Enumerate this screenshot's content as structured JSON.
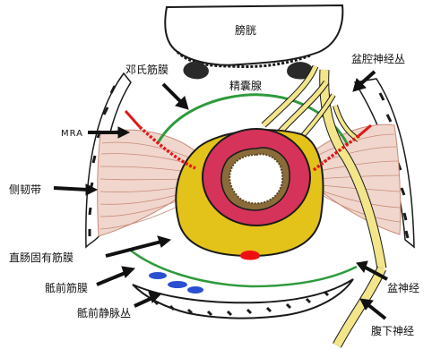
{
  "labels": {
    "bladder": "膀胱",
    "denonvilliers": "邓氏筋膜",
    "seminal_vesicle": "精囊腺",
    "pelvic_plexus": "盆腔神经丛",
    "mra": "MRA",
    "lateral_ligament": "侧韧带",
    "mesorectal_fascia": "直肠固有筋膜",
    "presacral_fascia": "骶前筋膜",
    "pelvic_nerve": "盆神经",
    "presacral_venous_plexus": "骶前静脉丛",
    "hypogastric_nerve": "腹下神经"
  },
  "colors": {
    "outline": "#1a1a1a",
    "mesorectum_yellow": "#e3c21a",
    "rectal_wall": "#d6335a",
    "nerve": "#f3e58a",
    "fascia_green": "#2f9a3c",
    "ligament_fill": "#f0d6cc",
    "ligament_stroke": "#c98a7a",
    "mra_red": "#e01818",
    "venous_blue": "#2a4fd0",
    "vessel_red": "#ee1010"
  }
}
